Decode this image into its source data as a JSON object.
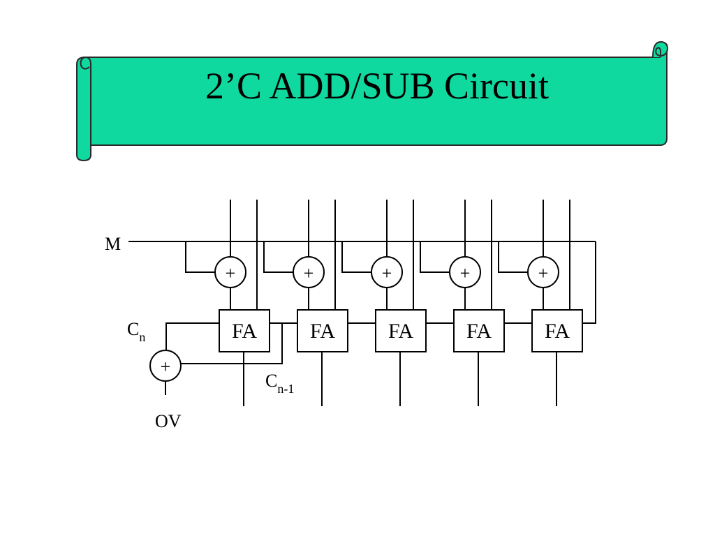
{
  "slide": {
    "title": "2’C ADD/SUB Circuit",
    "banner_color": "#10D9A0"
  },
  "diagram": {
    "control_label": "M",
    "full_adder_label": "FA",
    "xor_symbol": "+",
    "carry_out_label": {
      "main": "C",
      "sub": "n"
    },
    "carry_prev_label": {
      "main": "C",
      "sub": "n-1"
    },
    "overflow_label": "OV",
    "full_adder_count": 5
  }
}
